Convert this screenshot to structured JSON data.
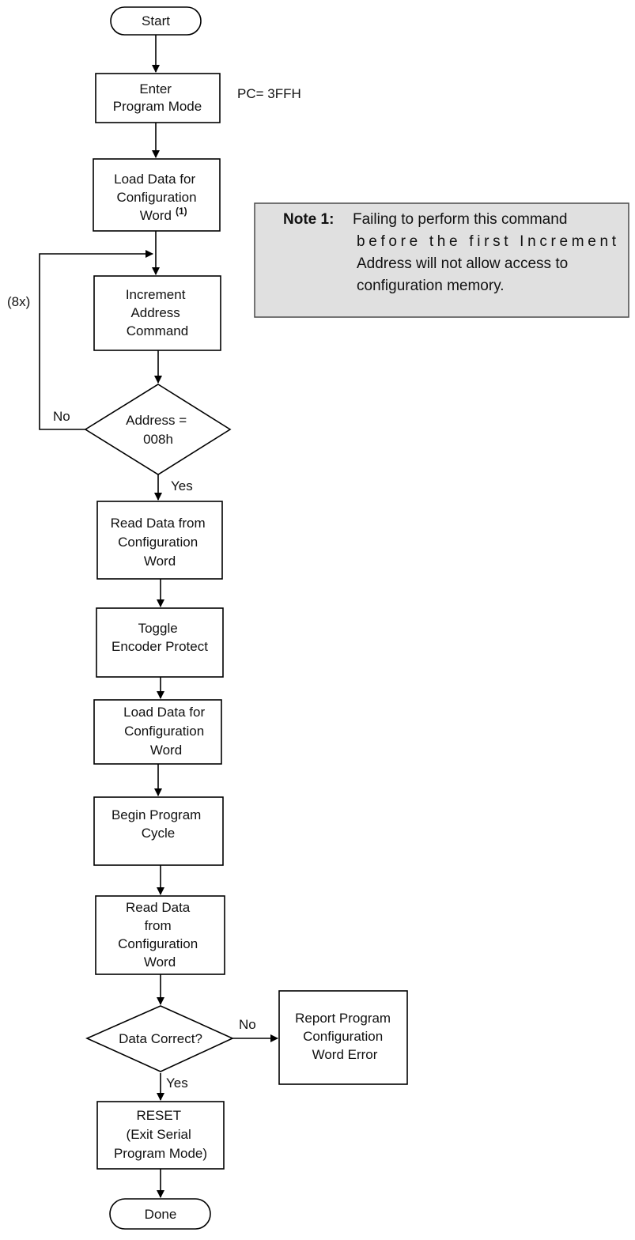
{
  "diagram": {
    "start": "Start",
    "done": "Done",
    "enter_program_mode": [
      "Enter",
      "Program Mode"
    ],
    "pc_annotation": "PC= 3FFH",
    "load_data_1": [
      "Load Data for",
      "Configuration",
      "Word"
    ],
    "load_data_1_footnote": "(1)",
    "increment_address": [
      "Increment",
      "Address",
      "Command"
    ],
    "loop_count": "(8x)",
    "address_decision": [
      "Address =",
      "008h"
    ],
    "address_no": "No",
    "address_yes": "Yes",
    "read_data_1": [
      "Read Data from",
      "Configuration",
      "Word"
    ],
    "toggle_encoder": [
      "Toggle",
      "Encoder Protect"
    ],
    "load_data_2": [
      "Load Data for",
      "Configuration",
      "Word"
    ],
    "begin_program": [
      "Begin Program",
      "Cycle"
    ],
    "read_data_2": [
      "Read Data",
      "from",
      "Configuration",
      "Word"
    ],
    "data_decision": "Data Correct?",
    "data_no": "No",
    "data_yes": "Yes",
    "report_error": [
      "Report Program",
      "Configuration",
      "Word Error"
    ],
    "reset": [
      "RESET",
      "(Exit Serial",
      "Program Mode)"
    ],
    "note": {
      "heading": "Note 1:",
      "lines": [
        "Failing to perform this command",
        "before the first Increment",
        "Address will not allow access to",
        "configuration memory."
      ]
    }
  }
}
